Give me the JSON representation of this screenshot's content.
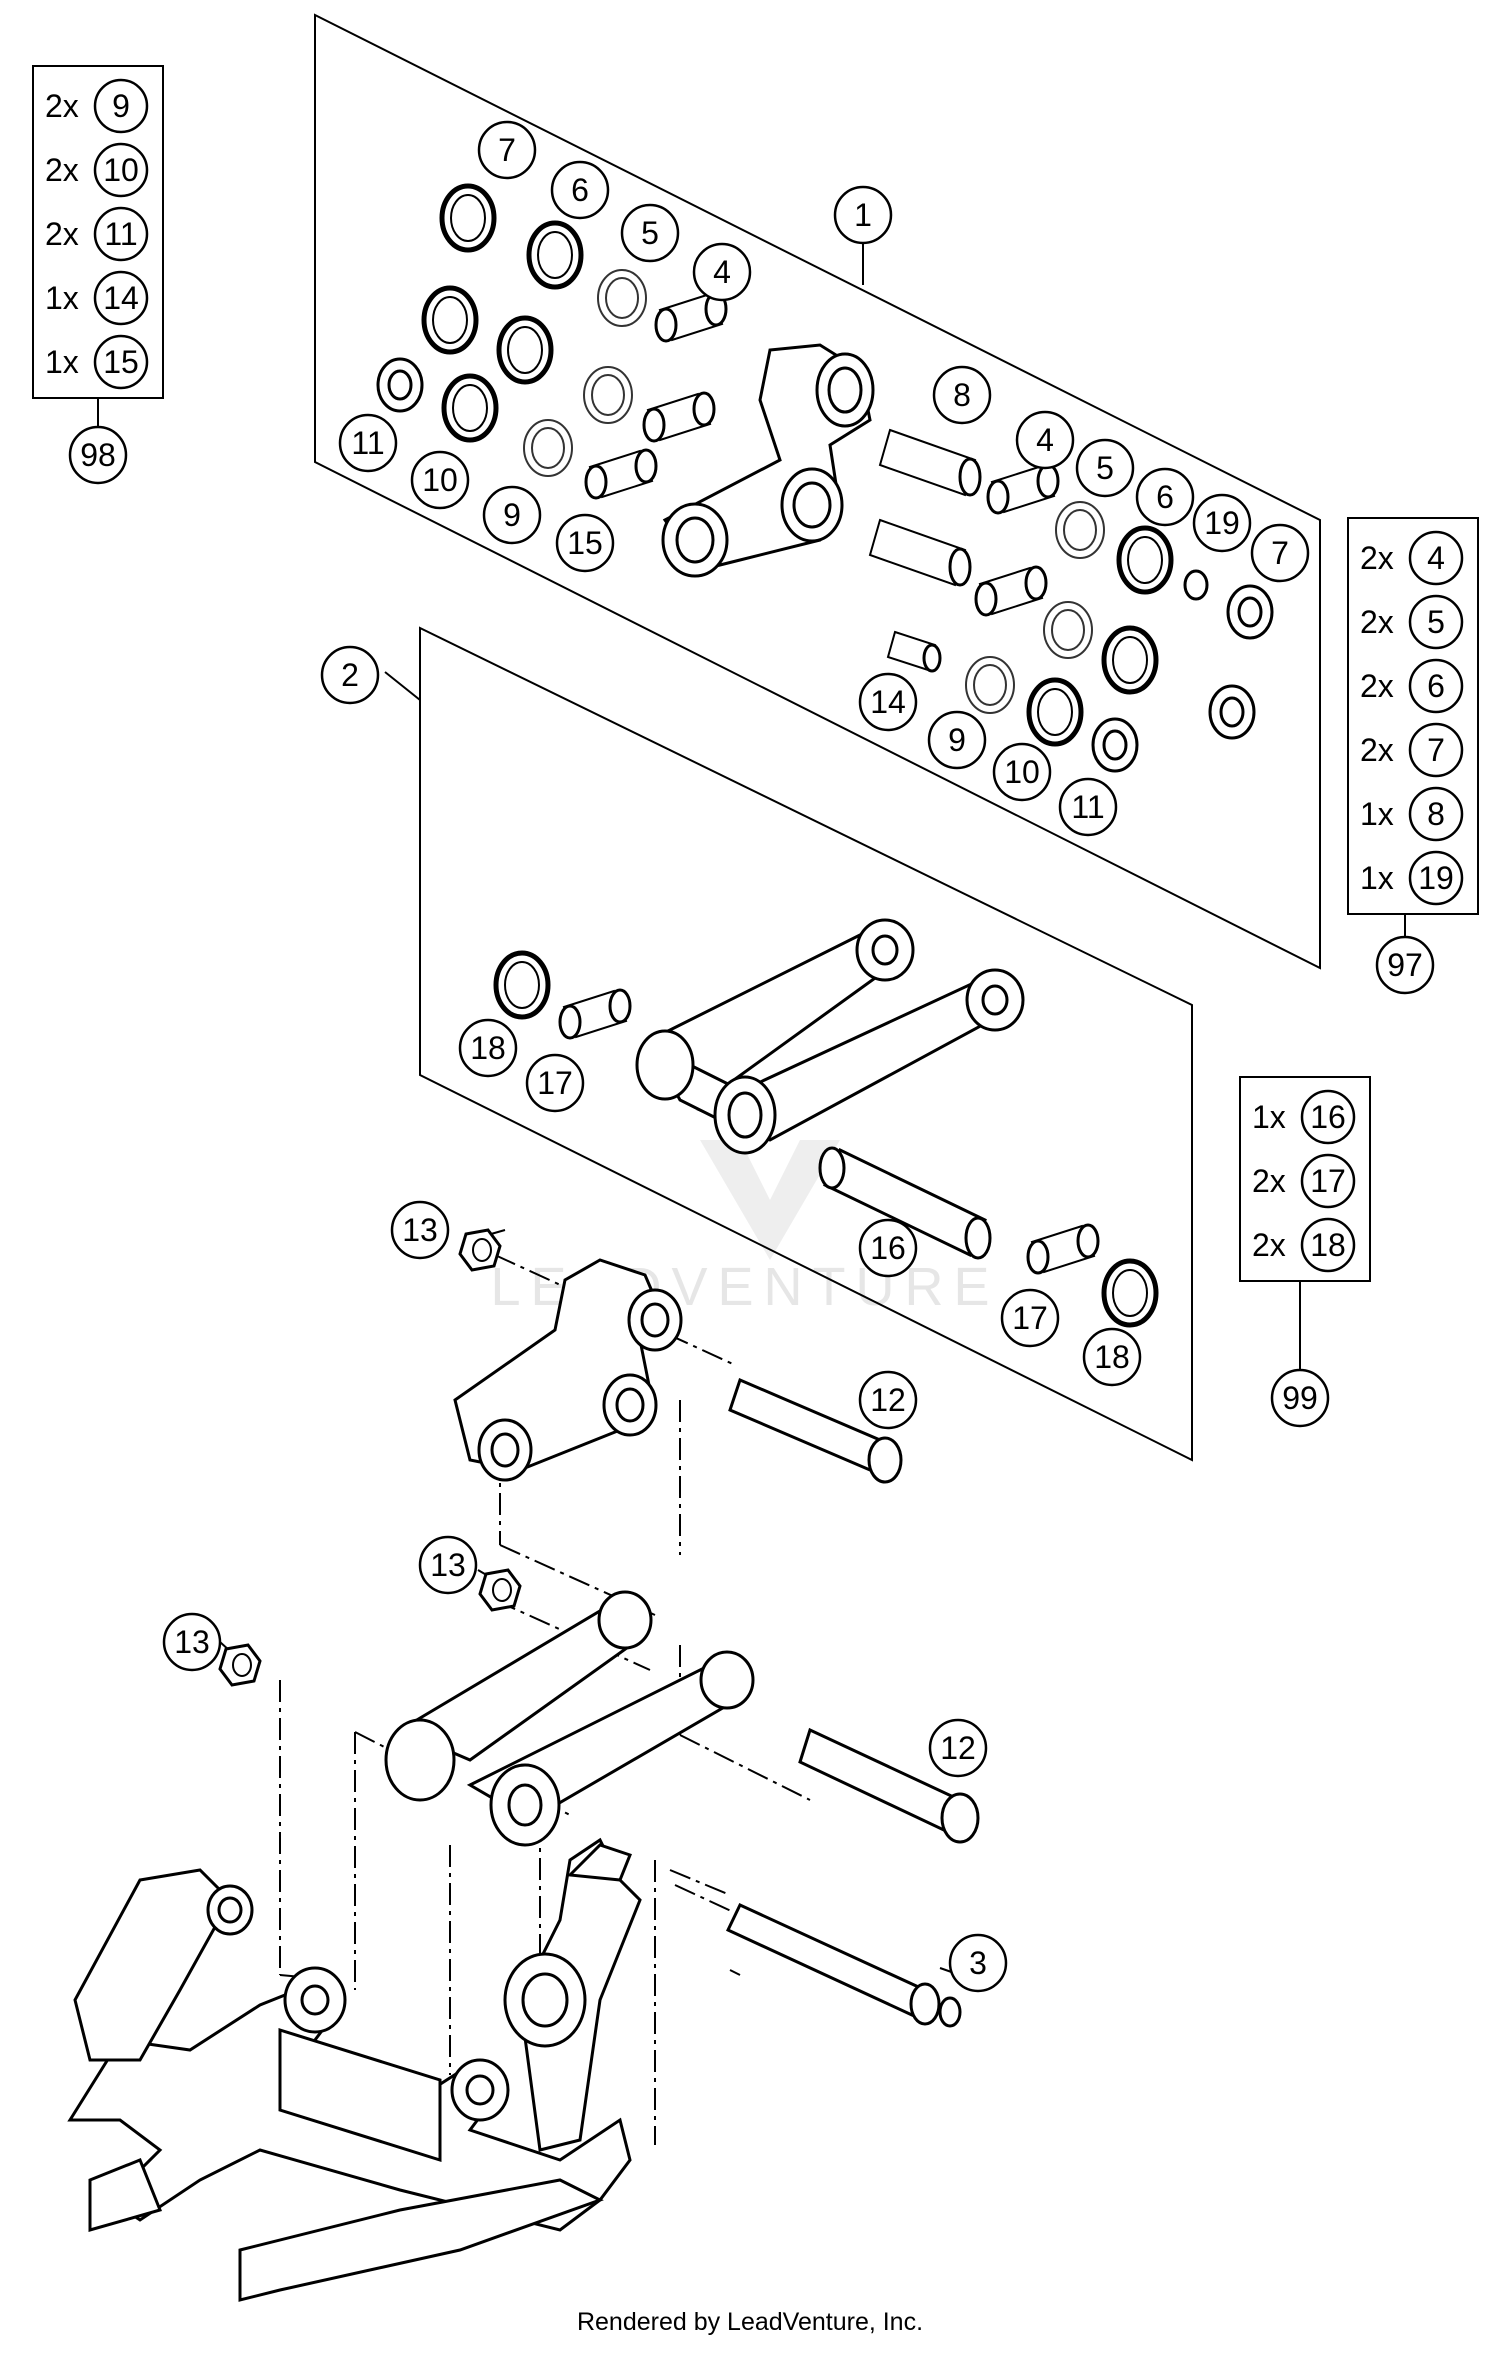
{
  "watermark": "LEADVENTURE",
  "footer": "Rendered by LeadVenture, Inc.",
  "callouts": [
    {
      "id": "c1",
      "label": "1"
    },
    {
      "id": "c2",
      "label": "2"
    },
    {
      "id": "c3",
      "label": "3"
    },
    {
      "id": "c4a",
      "label": "4"
    },
    {
      "id": "c4b",
      "label": "4"
    },
    {
      "id": "c5a",
      "label": "5"
    },
    {
      "id": "c5b",
      "label": "5"
    },
    {
      "id": "c6a",
      "label": "6"
    },
    {
      "id": "c6b",
      "label": "6"
    },
    {
      "id": "c7a",
      "label": "7"
    },
    {
      "id": "c7b",
      "label": "7"
    },
    {
      "id": "c8",
      "label": "8"
    },
    {
      "id": "c9a",
      "label": "9"
    },
    {
      "id": "c9b",
      "label": "9"
    },
    {
      "id": "c10a",
      "label": "10"
    },
    {
      "id": "c10b",
      "label": "10"
    },
    {
      "id": "c11a",
      "label": "11"
    },
    {
      "id": "c11b",
      "label": "11"
    },
    {
      "id": "c12a",
      "label": "12"
    },
    {
      "id": "c12b",
      "label": "12"
    },
    {
      "id": "c13a",
      "label": "13"
    },
    {
      "id": "c13b",
      "label": "13"
    },
    {
      "id": "c13c",
      "label": "13"
    },
    {
      "id": "c14",
      "label": "14"
    },
    {
      "id": "c15",
      "label": "15"
    },
    {
      "id": "c16",
      "label": "16"
    },
    {
      "id": "c17a",
      "label": "17"
    },
    {
      "id": "c17b",
      "label": "17"
    },
    {
      "id": "c18a",
      "label": "18"
    },
    {
      "id": "c18b",
      "label": "18"
    },
    {
      "id": "c19",
      "label": "19"
    }
  ],
  "kits": [
    {
      "id": "98",
      "items": [
        {
          "qty": "2x",
          "part": "9"
        },
        {
          "qty": "2x",
          "part": "10"
        },
        {
          "qty": "2x",
          "part": "11"
        },
        {
          "qty": "1x",
          "part": "14"
        },
        {
          "qty": "1x",
          "part": "15"
        }
      ]
    },
    {
      "id": "97",
      "items": [
        {
          "qty": "2x",
          "part": "4"
        },
        {
          "qty": "2x",
          "part": "5"
        },
        {
          "qty": "2x",
          "part": "6"
        },
        {
          "qty": "2x",
          "part": "7"
        },
        {
          "qty": "1x",
          "part": "8"
        },
        {
          "qty": "1x",
          "part": "19"
        }
      ]
    },
    {
      "id": "99",
      "items": [
        {
          "qty": "1x",
          "part": "16"
        },
        {
          "qty": "2x",
          "part": "17"
        },
        {
          "qty": "2x",
          "part": "18"
        }
      ]
    }
  ]
}
